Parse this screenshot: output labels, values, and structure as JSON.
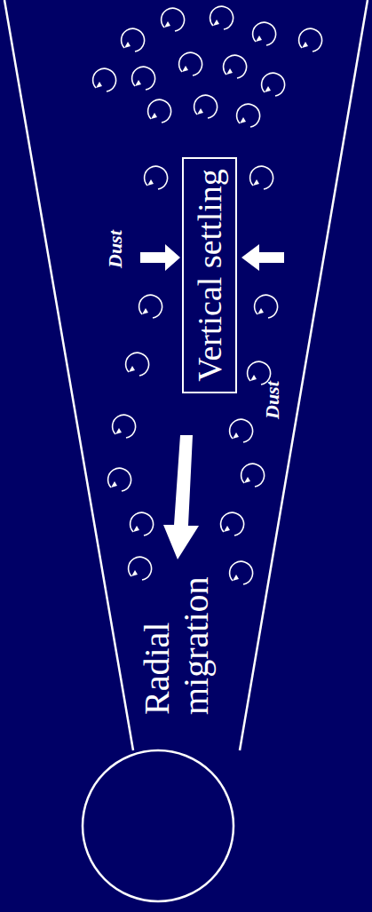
{
  "diagram": {
    "nodes": [
      {
        "text": [
          "Vertical settling"
        ]
      }
    ],
    "labels": [
      "Dust",
      "Dust",
      "Radial migration"
    ]
  }
}
